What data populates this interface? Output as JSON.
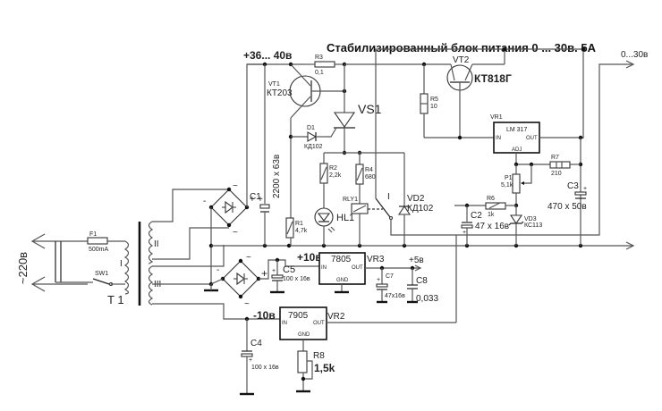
{
  "title": "Стабилизированный блок питания  0 ...  30в.   5А",
  "mains": {
    "label": "~220в"
  },
  "transformer": {
    "label": "T 1",
    "windings": [
      "I",
      "II",
      "III"
    ]
  },
  "fuse": {
    "ref": "F1",
    "value": "500mA"
  },
  "switch": {
    "ref": "SW1"
  },
  "rails": {
    "main": "+36... 40в",
    "output": "0...30в",
    "plus10": "+10в",
    "minus10": "-10в",
    "plus5": "+5в"
  },
  "components": {
    "C1": {
      "ref": "C1",
      "value": "2200 x 63в"
    },
    "R1": {
      "ref": "R1",
      "value": "4,7k"
    },
    "R2": {
      "ref": "R2",
      "value": "2,2k"
    },
    "R3": {
      "ref": "R3",
      "value": "0,1"
    },
    "R4": {
      "ref": "R4",
      "value": "680"
    },
    "R5": {
      "ref": "R5",
      "value": "10"
    },
    "R6": {
      "ref": "R6",
      "value": "1k"
    },
    "R7": {
      "ref": "R7",
      "value": "210"
    },
    "R8": {
      "ref": "R8",
      "value": "1,5k"
    },
    "P1": {
      "ref": "P1",
      "value": "5,1k"
    },
    "VT1": {
      "ref": "VT1",
      "value": "КТ203"
    },
    "VT2": {
      "ref": "VT2",
      "value": "КТ818Г"
    },
    "VS1": {
      "ref": "VS1"
    },
    "D1": {
      "ref": "D1",
      "value": "КД102"
    },
    "VD2": {
      "ref": "VD2",
      "value": "КД102"
    },
    "VD3": {
      "ref": "VD3",
      "value": "КС113"
    },
    "HL1": {
      "ref": "HL1"
    },
    "RLY1": {
      "ref": "RLY1",
      "contact": "I"
    },
    "C2": {
      "ref": "C2",
      "value": "47 x 16в"
    },
    "C3": {
      "ref": "C3",
      "value": "470 x 50в"
    },
    "C4": {
      "ref": "C4",
      "value": "100 x 16в"
    },
    "C5": {
      "ref": "C5",
      "value": "100 x 16в"
    },
    "C7": {
      "ref": "C7",
      "value": "47x16в"
    },
    "C8": {
      "ref": "C8",
      "value": "0,033"
    },
    "VR1": {
      "ref": "VR1",
      "part": "LM 317",
      "pins": {
        "in": "IN",
        "out": "OUT",
        "adj": "ADJ"
      }
    },
    "VR2": {
      "ref": "VR2",
      "part": "7905",
      "pins": {
        "in": "IN",
        "out": "OUT",
        "gnd": "GND"
      }
    },
    "VR3": {
      "ref": "VR3",
      "part": "7805",
      "pins": {
        "in": "IN",
        "out": "OUT",
        "gnd": "GND"
      }
    }
  },
  "bridge_marks": {
    "plus": "+",
    "minus": "-",
    "ac": "~"
  }
}
